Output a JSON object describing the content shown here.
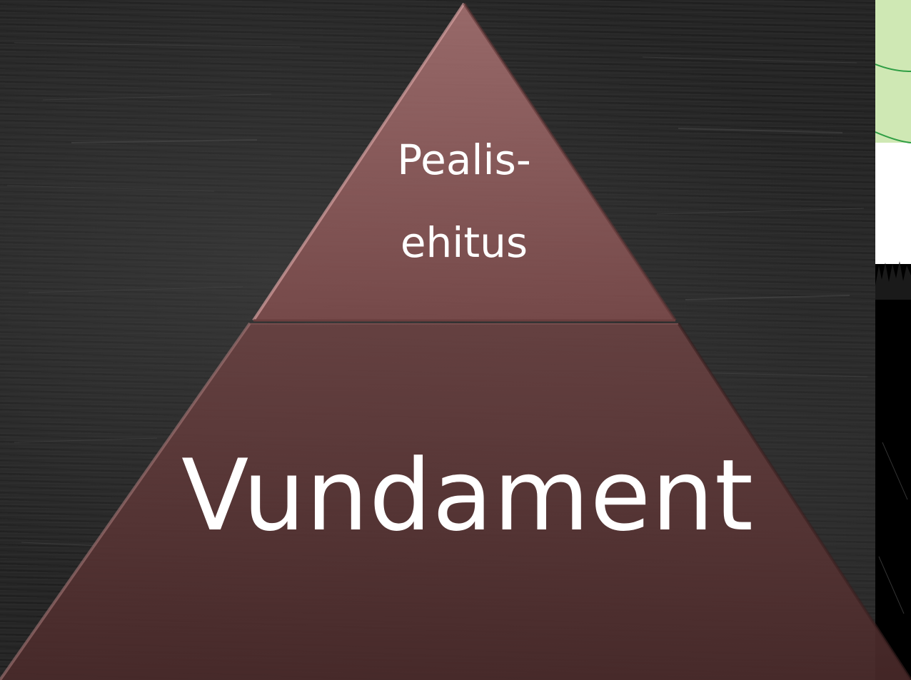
{
  "diagram": {
    "top_section": {
      "line1": "Pealis-",
      "line2": "ehitus"
    },
    "bottom_section": {
      "label": "Vundament"
    }
  },
  "colors": {
    "background": "#262626",
    "pyramid_top": "#8f5b5b",
    "pyramid_bottom": "#5a3636",
    "text": "#ffffff",
    "right_panel_green": "#cfe8b4",
    "right_panel_dark_green": "#4e6e33"
  }
}
